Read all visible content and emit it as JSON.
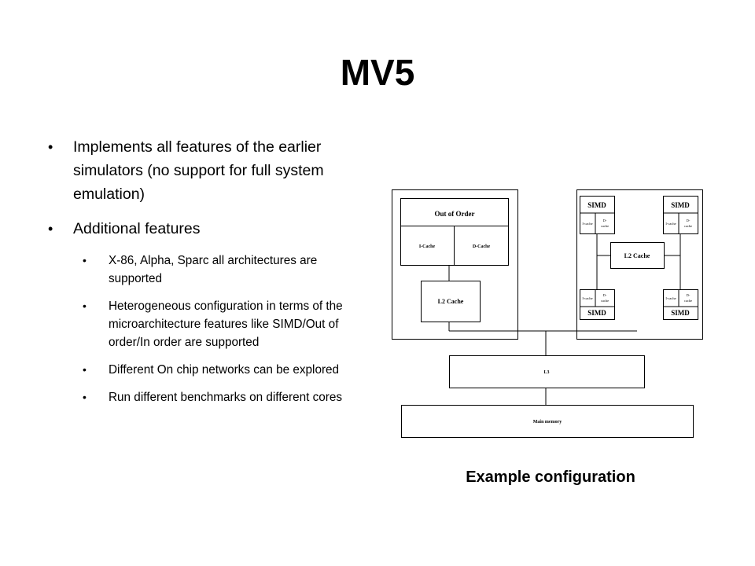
{
  "slide": {
    "title": "MV5",
    "bullets": [
      "Implements all features of the earlier simulators (no support for full system emulation)",
      "Additional features"
    ],
    "sub_bullets": [
      "X-86, Alpha, Sparc all architectures are supported",
      "Heterogeneous configuration in terms of the microarchitecture features like SIMD/Out of order/In order are supported",
      "Different On chip networks can be explored",
      "Run different benchmarks on different cores"
    ],
    "caption": "Example configuration"
  },
  "diagram": {
    "out_of_order": "Out of Order",
    "icache": "I-Cache",
    "dcache": "D-Cache",
    "l2_left": "L2 Cache",
    "l2_right": "L2 Cache",
    "simd": "SIMD",
    "icache_small": "I-cache",
    "dcache_small_1": "D-",
    "dcache_small_2": "cache",
    "l3": "L3",
    "main_memory": "Main memory"
  }
}
